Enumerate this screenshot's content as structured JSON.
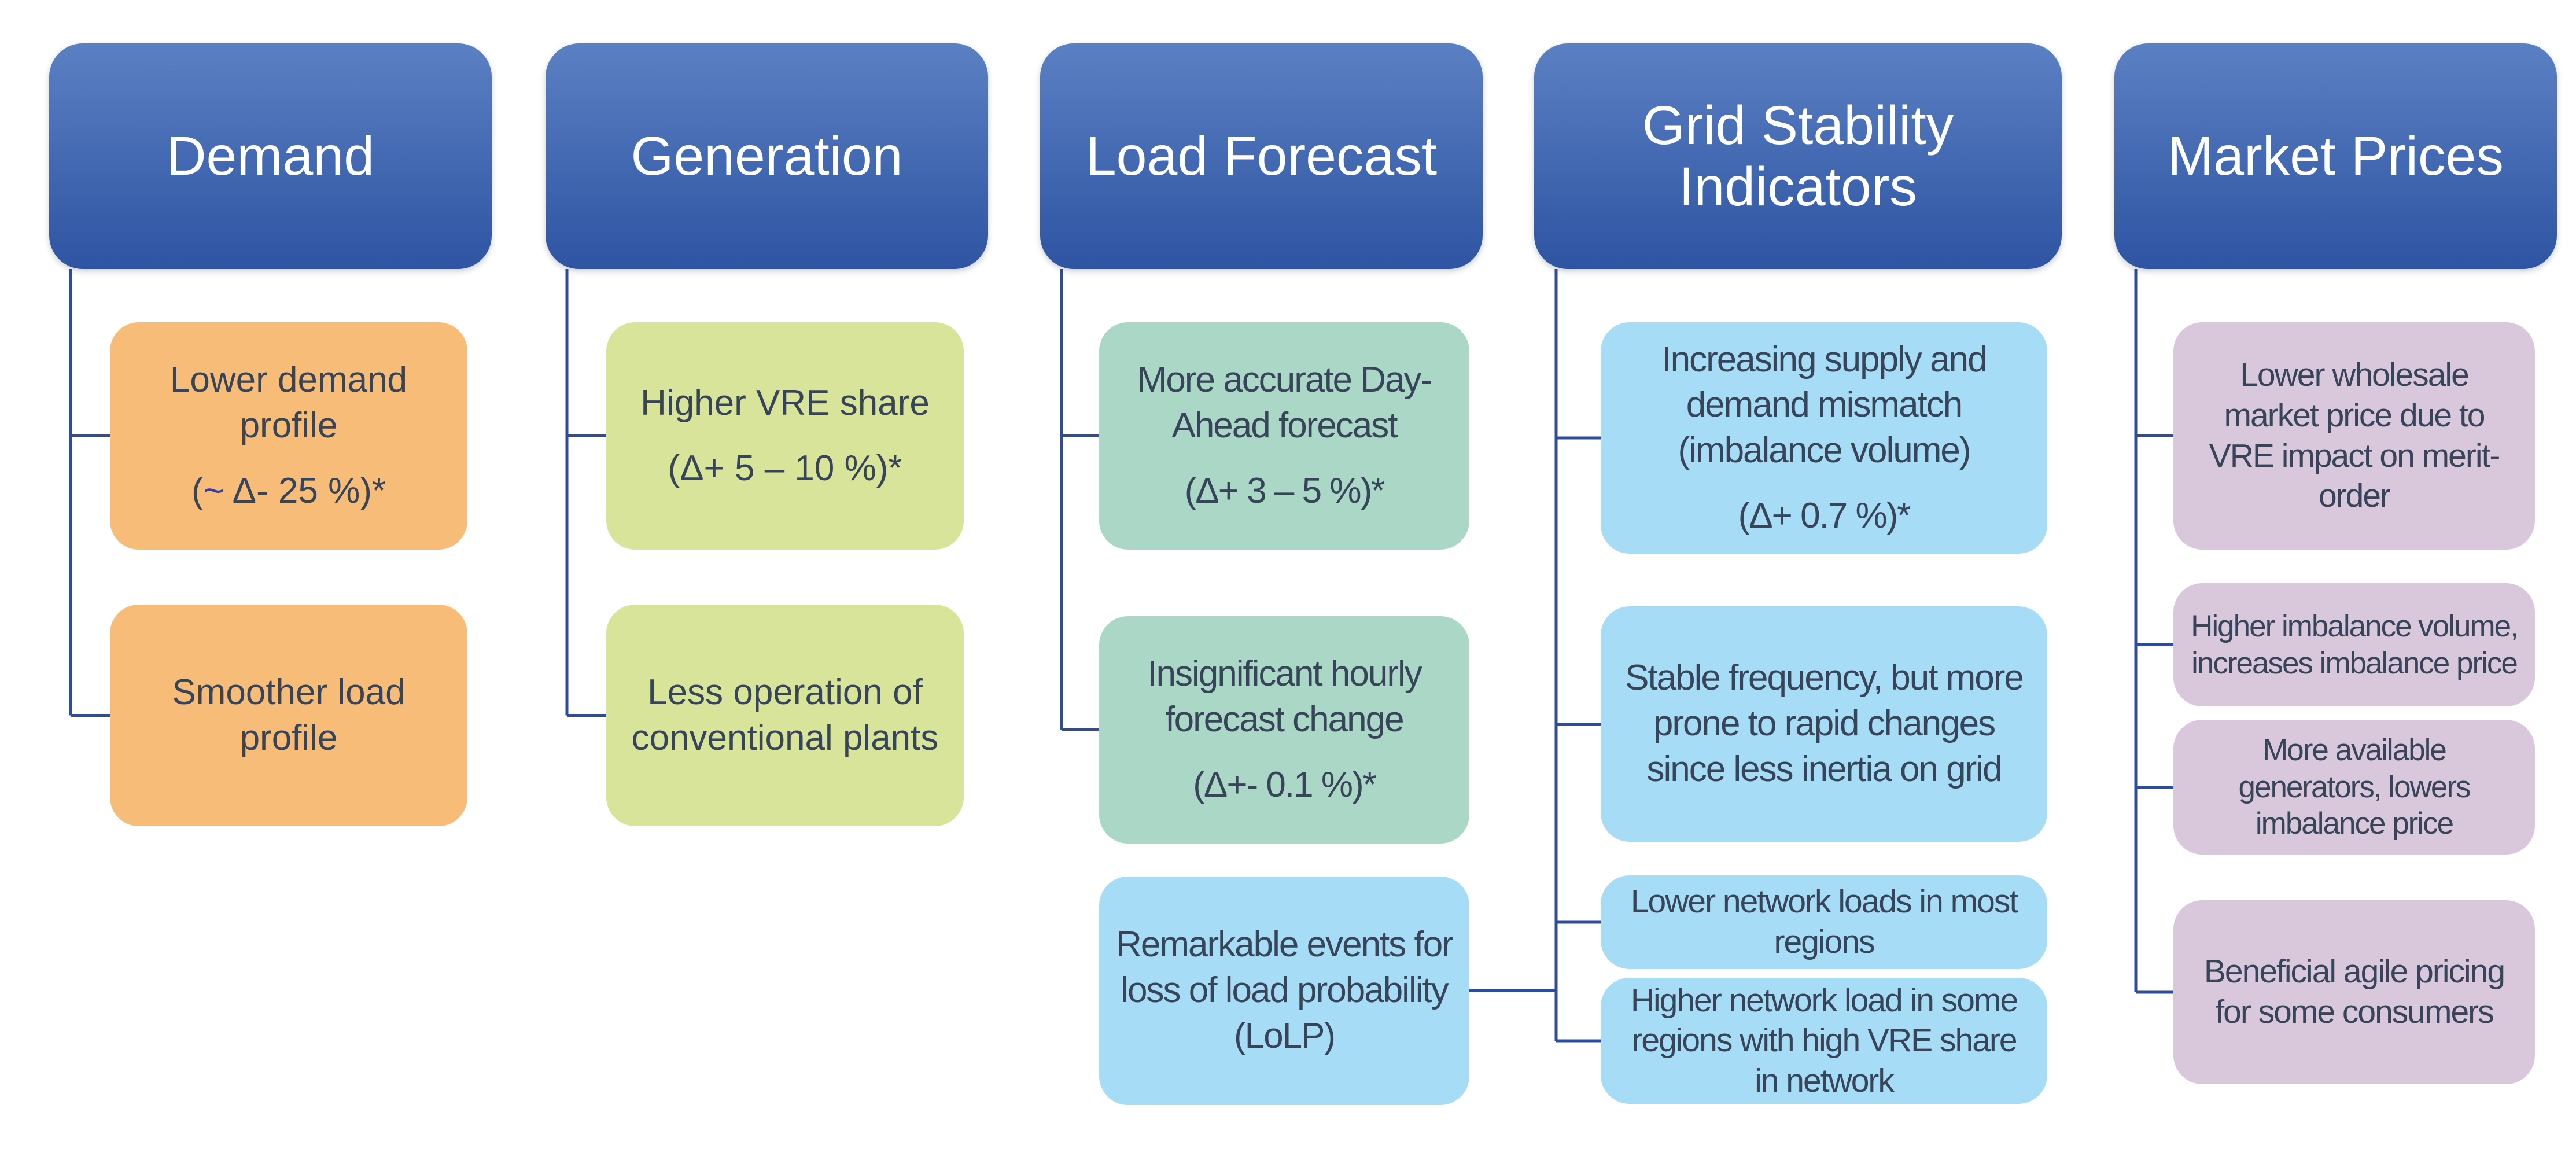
{
  "diagram": {
    "colors": {
      "header_top": "#5B80C3",
      "header_bottom": "#2E54A3",
      "header_text": "#FFFFFF",
      "connector": "#2E4C9B",
      "text": "#384459",
      "tilde_accent": "#3A3AA8"
    },
    "columns": [
      {
        "id": "demand",
        "header": "Demand",
        "box_color": "#F7BC78",
        "boxes": [
          {
            "text": "Lower demand profile",
            "delta": [
              {
                "text": "("
              },
              {
                "text": "~",
                "color": "#3A3AA8"
              },
              {
                "text": " Δ- 25 %)*"
              }
            ]
          },
          {
            "text": "Smoother load profile"
          }
        ]
      },
      {
        "id": "generation",
        "header": "Generation",
        "box_color": "#D8E49A",
        "boxes": [
          {
            "text": "Higher VRE share",
            "delta": [
              {
                "text": "(Δ+ 5 – 10 %)*"
              }
            ]
          },
          {
            "text": "Less operation of conventional plants"
          }
        ]
      },
      {
        "id": "load-forecast",
        "header": "Load Forecast",
        "box_color": "#ABD7C7",
        "boxes": [
          {
            "text": "More accurate Day-Ahead forecast",
            "delta": [
              {
                "text": "(Δ+ 3 – 5 %)*"
              }
            ]
          },
          {
            "text": "Insignificant hourly forecast change",
            "delta": [
              {
                "text": "(Δ+- 0.1 %)*"
              }
            ]
          },
          {
            "text": "Remarkable events for loss of load probability (LoLP)",
            "color": "#A6DCF5",
            "connect": "right"
          }
        ]
      },
      {
        "id": "grid-stability",
        "header": "Grid Stability Indicators",
        "box_color": "#A6DCF5",
        "boxes": [
          {
            "text": "Increasing supply and demand mismatch (imbalance volume)",
            "delta": [
              {
                "text": "(Δ+ 0.7 %)*"
              }
            ]
          },
          {
            "text": "Stable frequency, but more prone to rapid changes since less inertia on grid"
          },
          {
            "text": "Lower network loads in most regions"
          },
          {
            "text": "Higher network load in some regions with high VRE share in network"
          }
        ]
      },
      {
        "id": "market-prices",
        "header": "Market Prices",
        "box_color": "#D9C8DC",
        "boxes": [
          {
            "text": "Lower wholesale market price due to VRE impact on merit-order"
          },
          {
            "text": "Higher imbalance volume, increases imbalance price"
          },
          {
            "text": "More available generators, lowers imbalance price"
          },
          {
            "text": "Beneficial agile pricing for some consumers"
          }
        ]
      }
    ]
  }
}
